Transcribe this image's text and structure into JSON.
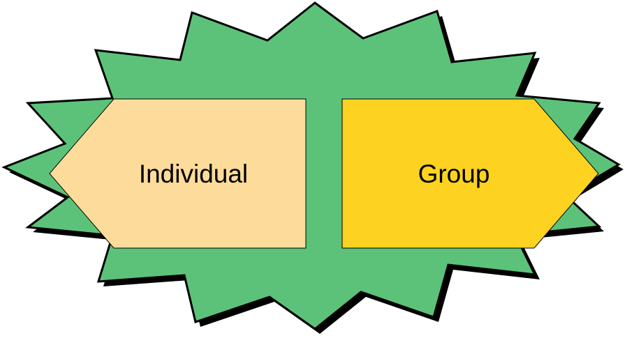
{
  "diagram": {
    "nodes": [
      {
        "id": "individual",
        "label": "Individual",
        "direction": "left"
      },
      {
        "id": "group",
        "label": "Group",
        "direction": "right"
      }
    ]
  },
  "colors": {
    "burst_fill": "#5CC27A",
    "burst_stroke": "#000000",
    "burst_shadow": "#000000",
    "individual_fill": "#FDDB9A",
    "group_fill": "#FDD220",
    "arrow_stroke": "#000000",
    "background": "#FFFFFF"
  }
}
